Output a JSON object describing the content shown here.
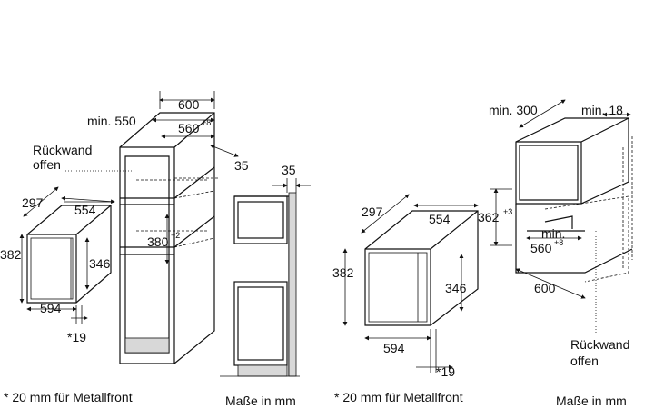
{
  "left": {
    "mw_depth": "297",
    "mw_width": "554",
    "mw_height": "382",
    "mw_inner_h": "346",
    "mw_bottom": "594",
    "mw_note": "*19",
    "cab_depth": "600",
    "cab_min": "min. 550",
    "cab_niche": "560",
    "cab_niche_sup": "+8",
    "cab_35": "35",
    "cab_380": "380",
    "cab_380_sup": "+2",
    "side_35": "35",
    "rueckwand_1": "Rückwand",
    "rueckwand_2": "offen",
    "footnote": "* 20 mm für Metallfront",
    "units": "Maße in mm"
  },
  "right": {
    "mw_depth": "297",
    "mw_width": "554",
    "mw_height": "382",
    "mw_inner_h": "346",
    "mw_bottom": "594",
    "mw_note": "*19",
    "min300": "min. 300",
    "min18": "min. 18",
    "h362": "362",
    "h362_sup": "+3",
    "min_label": "min.",
    "niche560": "560",
    "niche560_sup": "+8",
    "d600": "600",
    "rueckwand_1": "Rückwand",
    "rueckwand_2": "offen",
    "footnote": "* 20 mm für Metallfront",
    "units": "Maße in mm"
  }
}
